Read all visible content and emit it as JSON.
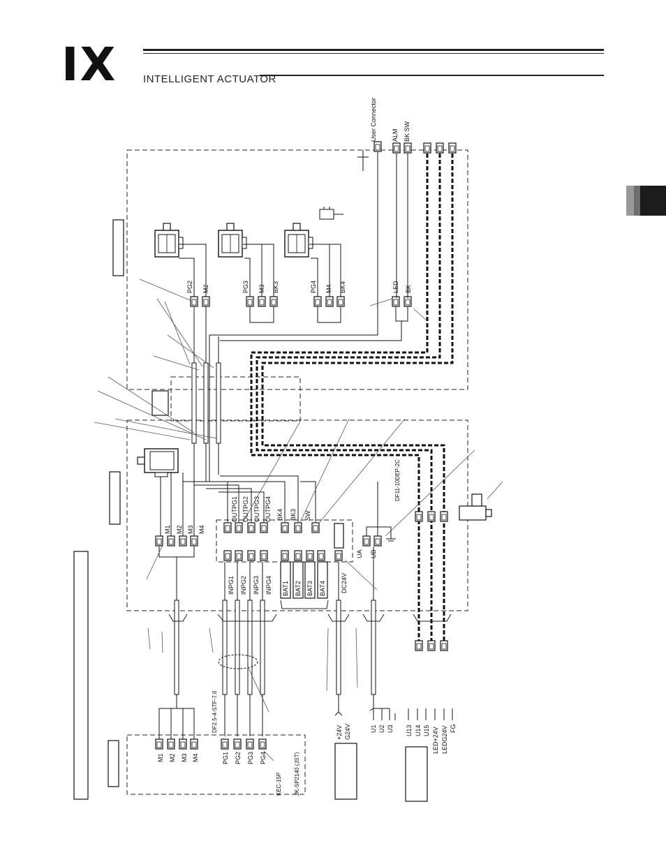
{
  "header": {
    "logo": "IX",
    "subtitle": "INTELLIGENT ACTUATOR"
  },
  "diagram": {
    "top_labels": [
      "User Connector",
      "ALM",
      "BK SW"
    ],
    "motor_labels": [
      "PG2",
      "M2",
      "PG3",
      "M3",
      "BK3",
      "PG4",
      "M4",
      "BK4"
    ],
    "panel_labels": [
      "LED",
      "BK"
    ],
    "part_numbers": [
      "DF11-10DEP-2C",
      "DF2.5-4-STF-7.6",
      "KEC-15P",
      "JK-SP2140 (JST)"
    ],
    "controller_top": [
      "M1",
      "M2",
      "M3",
      "M4"
    ],
    "output_pg": [
      "OUTPG1",
      "OUTPG2",
      "OUTPG3",
      "OUTPG4"
    ],
    "brake_labels": [
      "BK4",
      "BK3",
      "SW"
    ],
    "input_pg": [
      "INPG1",
      "INPG2",
      "INPG3",
      "INPG4"
    ],
    "battery": [
      "BAT1",
      "BAT2",
      "BAT3",
      "BAT4"
    ],
    "power": [
      "DC24V",
      "UA",
      "UB"
    ],
    "bottom_motor": [
      "M1",
      "M2",
      "M3",
      "M4"
    ],
    "bottom_pg": [
      "PG1",
      "PG2",
      "PG3",
      "PG4"
    ],
    "supply": [
      "+24V",
      "G24V"
    ],
    "user_io": [
      "U1",
      "U2",
      "U3",
      "U13",
      "U14",
      "U15",
      "LED+24V",
      "LEDG24V",
      "FG"
    ]
  }
}
